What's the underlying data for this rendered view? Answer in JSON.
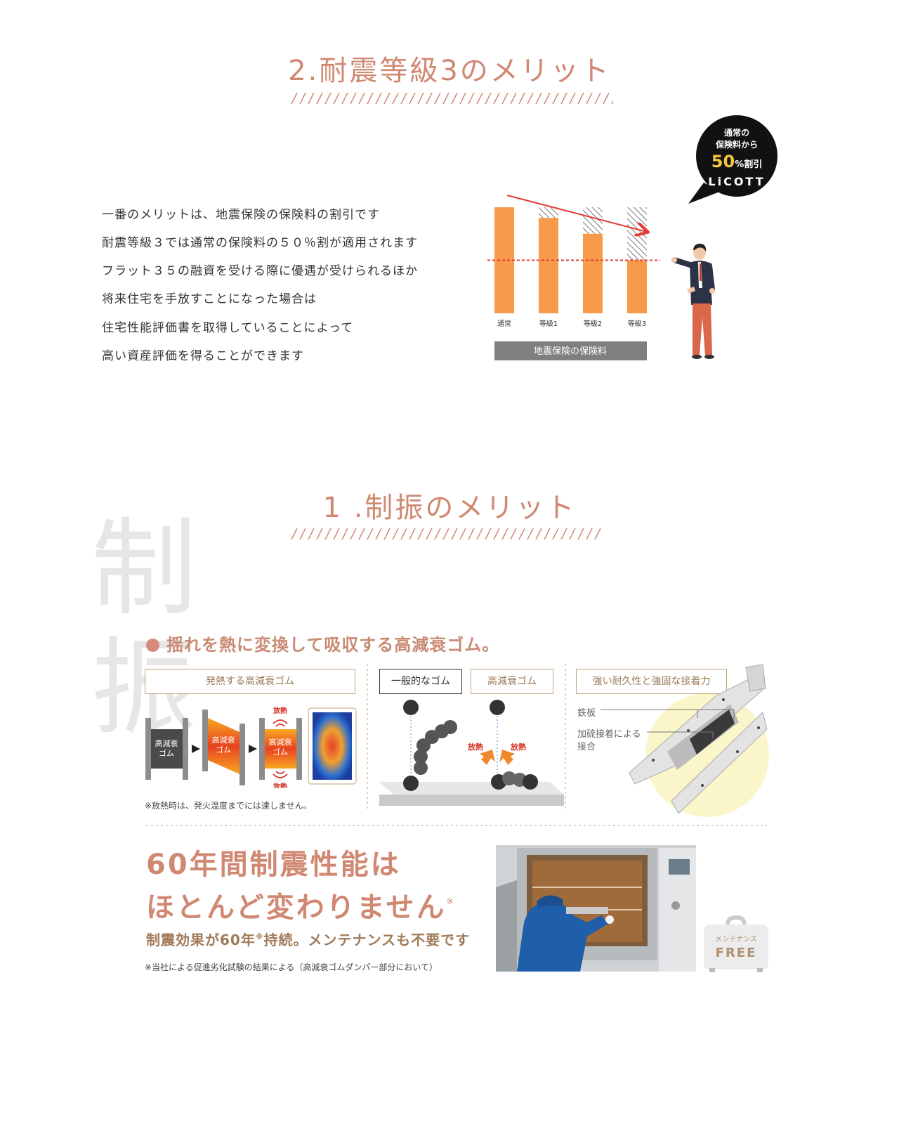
{
  "section2": {
    "title": "2.耐震等級3のメリット",
    "lines": [
      "一番のメリットは、地震保険の保険料の割引です",
      "耐震等級３では通常の保険料の５０％割が適用されます",
      "フラット３５の融資を受ける際に優遇が受けられるほか",
      "将来住宅を手放すことになった場合は",
      "住宅性能評価書を取得していることによって",
      "高い資産評価を得ることができます"
    ],
    "bubble": {
      "line1": "通常の",
      "line2": "保険料から",
      "discount_num": "50",
      "discount_unit": "%割引",
      "brand": "LiCOTT"
    }
  },
  "chart_data": {
    "type": "bar",
    "categories": [
      "通常",
      "等級1",
      "等級2",
      "等級3"
    ],
    "values": [
      100,
      90,
      75,
      50
    ],
    "xlabel": "地震保険の保険料",
    "ylim": [
      0,
      100
    ],
    "colors": {
      "bar": "#f79a4a",
      "reduction_hatch": "#888888",
      "arrow": "#e53935"
    }
  },
  "section1": {
    "title": "1 .制振のメリット",
    "bg_chars": [
      "制",
      "振"
    ],
    "bullet": "揺れを熱に変換して吸収する高減衰ゴム。",
    "panel1": {
      "label": "発熱する高減衰ゴム",
      "block_text_1": "高減衰",
      "block_text_2": "ゴム",
      "heat": "放熱",
      "note": "※放熱時は、発火温度までには達しません。"
    },
    "panel2": {
      "label_general": "一般的なゴム",
      "label_high": "高減衰ゴム",
      "heat": "放熱"
    },
    "panel3": {
      "label": "強い耐久性と強固な接着力",
      "steel": "鉄板",
      "bond_1": "加硫接着による",
      "bond_2": "接合"
    },
    "bottom": {
      "head_1": "60年間制震性能は",
      "head_2": "ほとんど変わりません",
      "head_mark": "※",
      "sub_a": "制震効果が60年",
      "sub_mark": "※",
      "sub_b": "持続。メンテナンスも不要です",
      "note": "※当社による促進劣化試験の結果による（高減衰ゴムダンパー部分において）",
      "case_top": "メンテナンス",
      "case_main": "FREE"
    }
  }
}
